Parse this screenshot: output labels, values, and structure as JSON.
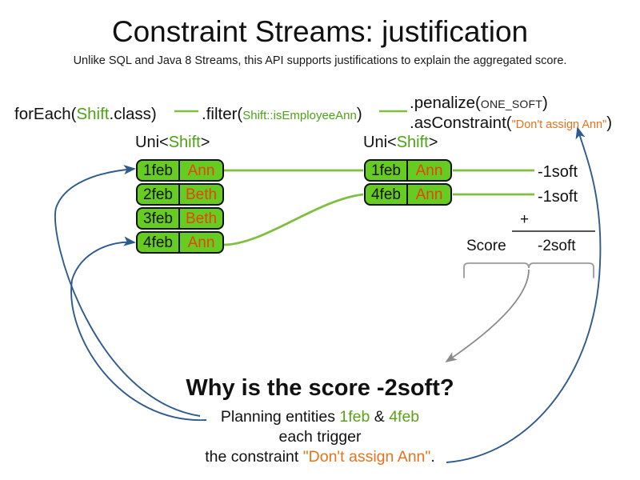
{
  "slide": {
    "title": "Constraint Streams: justification",
    "subtitle": "Unlike SQL and Java 8 Streams, this API supports justifications to explain the aggregated score."
  },
  "code": {
    "foreach": {
      "prefix": "forEach(",
      "type": "Shift",
      "suffix": ".class)"
    },
    "filter": {
      "prefix": ".filter(",
      "arg": "Shift::isEmployeeAnn",
      "suffix": ")"
    },
    "penalize": {
      "prefix": ".penalize(",
      "arg": "ONE_SOFT",
      "suffix": ")"
    },
    "as_constraint": {
      "prefix": ".asConstraint(",
      "arg": "\"Don't assign Ann\"",
      "suffix": ")"
    }
  },
  "streams": {
    "left": {
      "label_prefix": "Uni<",
      "label_type": "Shift",
      "label_suffix": ">",
      "rows": [
        {
          "date": "1feb",
          "name": "Ann"
        },
        {
          "date": "2feb",
          "name": "Beth"
        },
        {
          "date": "3feb",
          "name": "Beth"
        },
        {
          "date": "4feb",
          "name": "Ann"
        }
      ]
    },
    "right": {
      "label_prefix": "Uni<",
      "label_type": "Shift",
      "label_suffix": ">",
      "rows": [
        {
          "date": "1feb",
          "name": "Ann"
        },
        {
          "date": "4feb",
          "name": "Ann"
        }
      ]
    }
  },
  "score": {
    "penalties": [
      "-1soft",
      "-1soft"
    ],
    "operator": "+",
    "label": "Score",
    "total": "-2soft"
  },
  "explanation": {
    "heading": "Why is the score -2soft?",
    "line1_prefix": "Planning entities ",
    "line1_entity_a": "1feb",
    "line1_amp": " & ",
    "line1_entity_b": "4feb",
    "line2": "each trigger",
    "line3_prefix": "the constraint ",
    "line3_constraint": "\"Don't assign Ann\"",
    "line3_suffix": "."
  },
  "colors": {
    "pill_fill": "#66CC22",
    "pill_border": "#111111",
    "name_text": "#E8430F",
    "type_green": "#4CA316",
    "entity_green": "#5BA316",
    "constraint_orange": "#E8721C",
    "connector_green": "#7FBF3F",
    "justification_blue": "#2E5A8E",
    "brace_gray": "#9A9A9A"
  }
}
